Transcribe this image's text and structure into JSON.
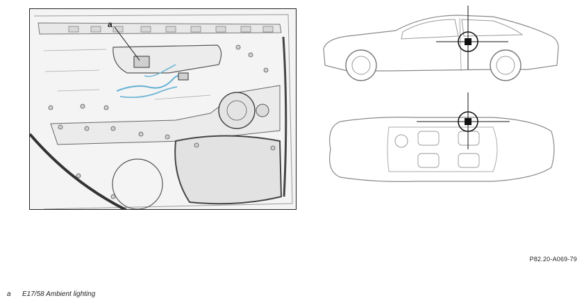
{
  "figure": {
    "callout_letter": "a",
    "reference_code": "P82.20-A069-79",
    "legend": [
      {
        "key": "a",
        "text": "E17/58 Ambient lighting"
      }
    ]
  },
  "colors": {
    "outline": "#222222",
    "line_gray": "#9a9a9a",
    "fill_light": "#f4f4f4",
    "cable_blue": "#6fb6d6",
    "marker": "#111111"
  }
}
